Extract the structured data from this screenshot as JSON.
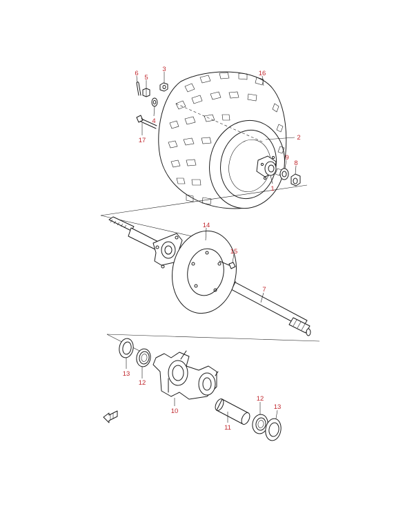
{
  "diagram": {
    "label_color": "#c0272d",
    "line_color": "#1a1a1a",
    "background": "#ffffff",
    "callouts": [
      {
        "id": "c6",
        "text": "6"
      },
      {
        "id": "c5",
        "text": "5"
      },
      {
        "id": "c3",
        "text": "3"
      },
      {
        "id": "c16",
        "text": "16"
      },
      {
        "id": "c4",
        "text": "4"
      },
      {
        "id": "c17",
        "text": "17"
      },
      {
        "id": "c2",
        "text": "2"
      },
      {
        "id": "c9",
        "text": "9"
      },
      {
        "id": "c8",
        "text": "8"
      },
      {
        "id": "c1",
        "text": "1"
      },
      {
        "id": "c14",
        "text": "14"
      },
      {
        "id": "c15",
        "text": "15"
      },
      {
        "id": "c7",
        "text": "7"
      },
      {
        "id": "c13a",
        "text": "13"
      },
      {
        "id": "c12a",
        "text": "12"
      },
      {
        "id": "c10",
        "text": "10"
      },
      {
        "id": "c11",
        "text": "11"
      },
      {
        "id": "c12b",
        "text": "12"
      },
      {
        "id": "c13b",
        "text": "13"
      }
    ],
    "direction_icon": "front-arrow-icon"
  }
}
